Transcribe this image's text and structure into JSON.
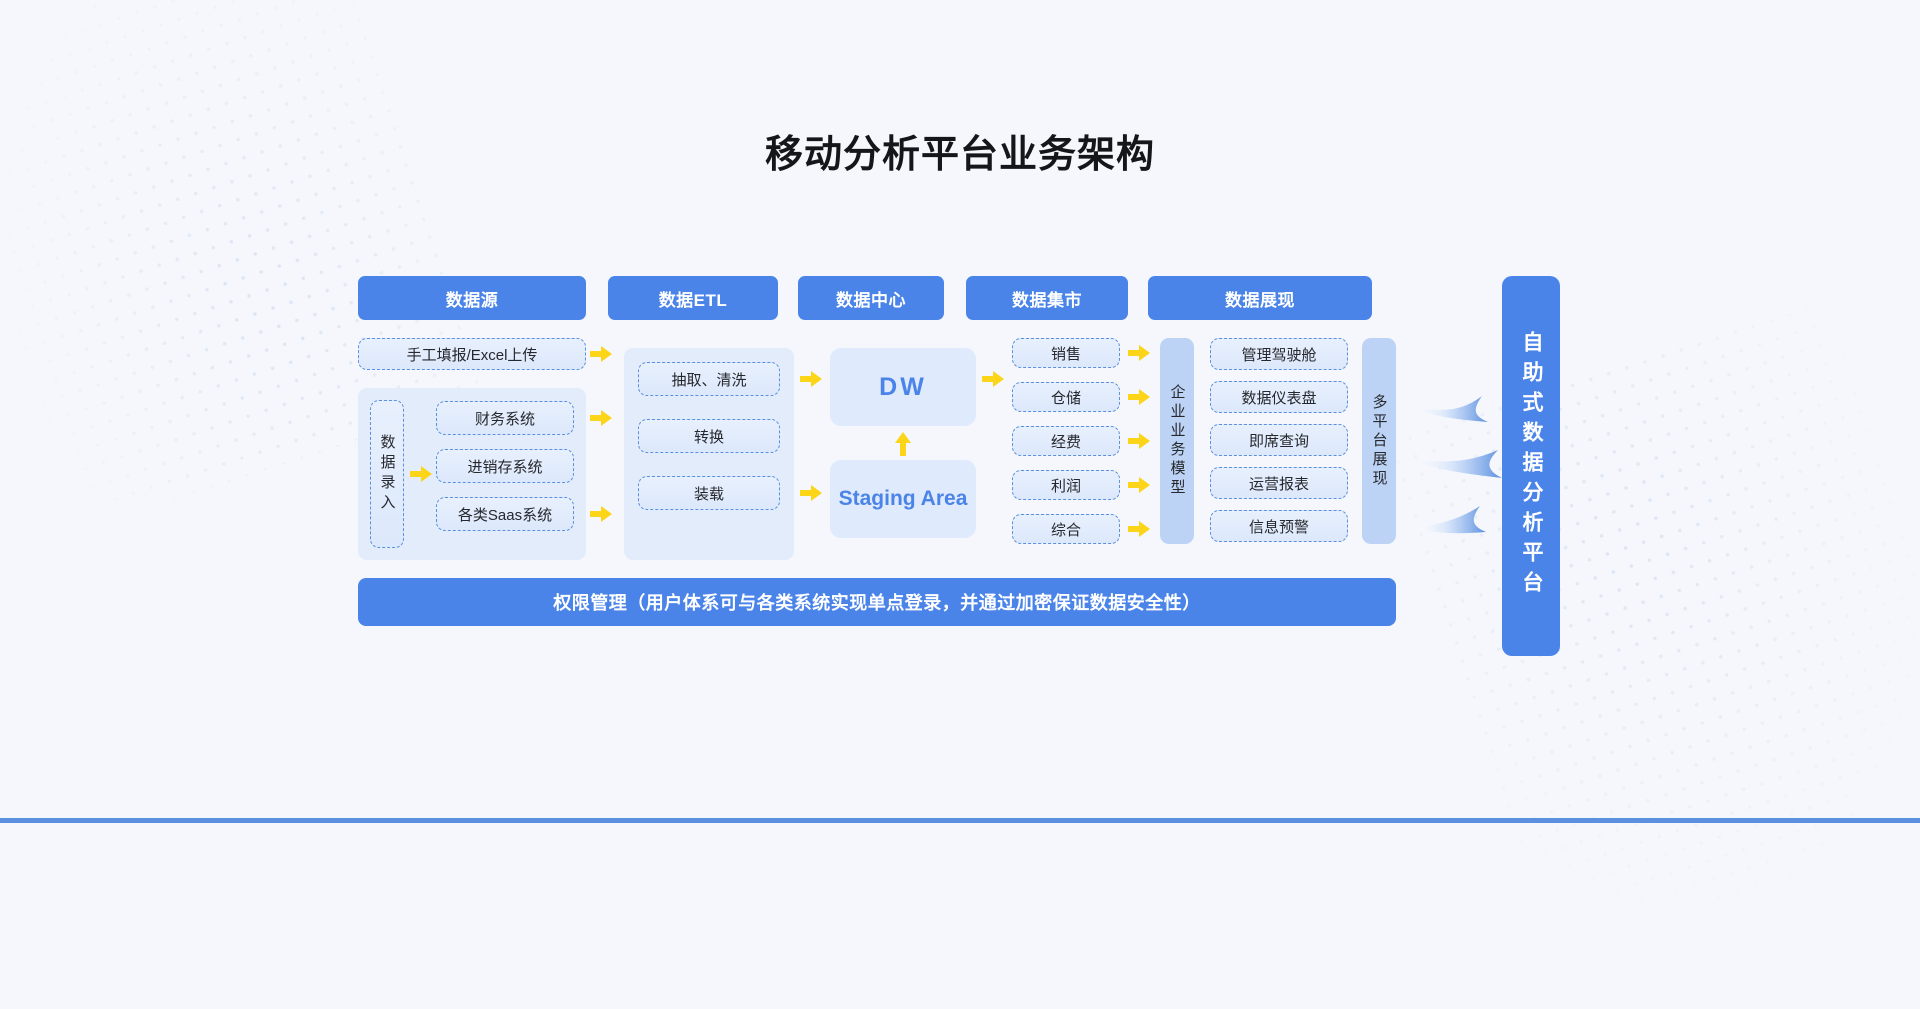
{
  "page": {
    "title": "移动分析平台业务架构",
    "accent_blue": "#4a84e8",
    "panel_blue": "#e3ecfb",
    "chip_border": "#5b8fe0",
    "arrow_yellow": "#fcd418",
    "background": "#f5f7fc"
  },
  "headers": [
    {
      "label": "数据源"
    },
    {
      "label": "数据ETL"
    },
    {
      "label": "数据中心"
    },
    {
      "label": "数据集市"
    },
    {
      "label": "数据展现"
    }
  ],
  "source_column": {
    "manual_upload": "手工填报/Excel上传",
    "entry_bar": "数据录入",
    "systems": [
      {
        "label": "财务系统"
      },
      {
        "label": "进销存系统"
      },
      {
        "label": "各类Saas系统"
      }
    ]
  },
  "etl_column": {
    "steps": [
      {
        "label": "抽取、清洗"
      },
      {
        "label": "转换"
      },
      {
        "label": "装载"
      }
    ]
  },
  "datacenter_column": {
    "warehouse": "DW",
    "staging": "Staging Area"
  },
  "datamart_column": {
    "marts": [
      {
        "label": "销售"
      },
      {
        "label": "仓储"
      },
      {
        "label": "经费"
      },
      {
        "label": "利润"
      },
      {
        "label": "综合"
      }
    ],
    "model_bar": "企业业务模型"
  },
  "presentation_column": {
    "apps": [
      {
        "label": "管理驾驶舱"
      },
      {
        "label": "数据仪表盘"
      },
      {
        "label": "即席查询"
      },
      {
        "label": "运营报表"
      },
      {
        "label": "信息预警"
      }
    ],
    "multiplatform_bar": "多平台展现"
  },
  "permission_bar": {
    "label": "权限管理（用户体系可与各类系统实现单点登录，并通过加密保证数据安全性）"
  },
  "platform_pill": {
    "label": "自助式数据分析平台"
  }
}
